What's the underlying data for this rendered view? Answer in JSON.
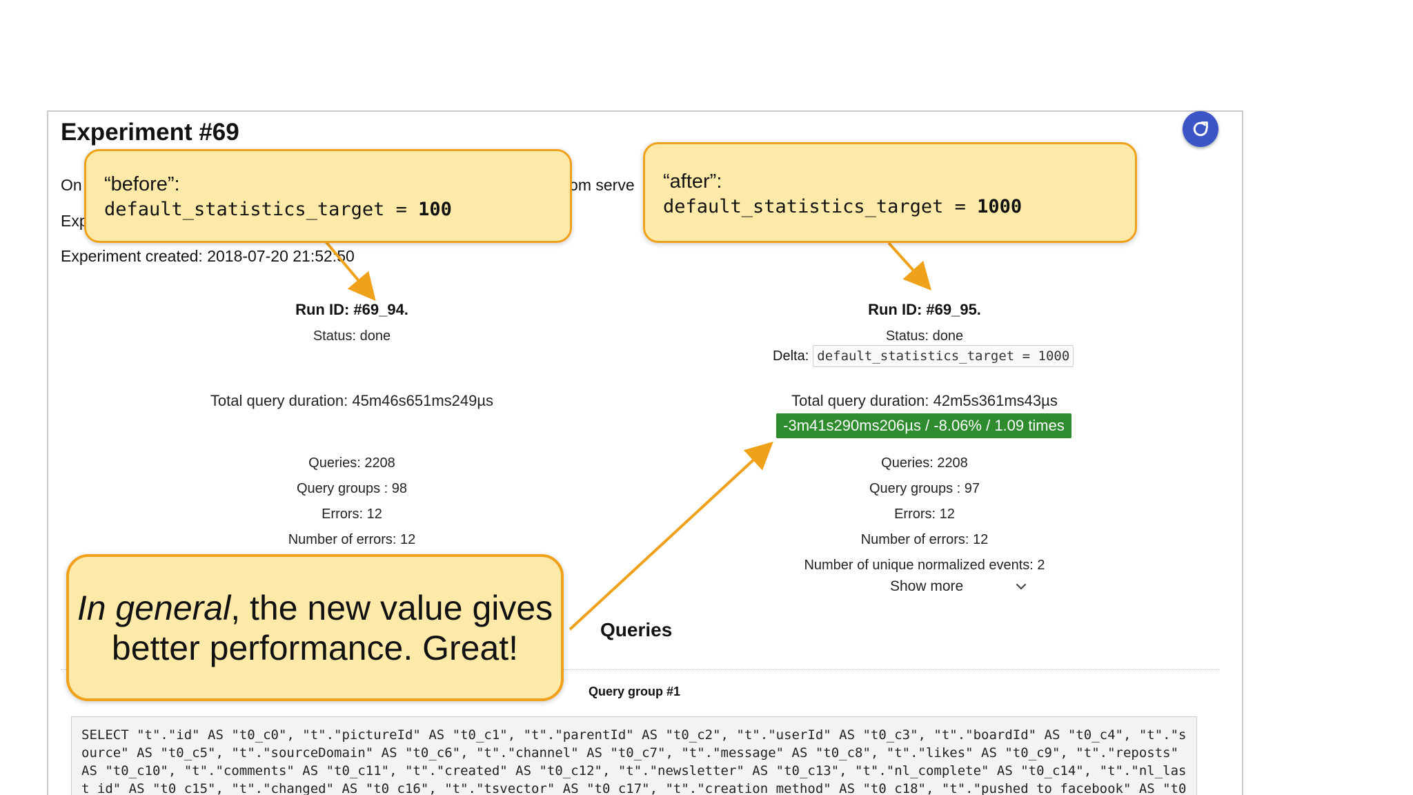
{
  "page": {
    "title": "Experiment #69",
    "fragment_on": "On",
    "fragment_exp": "Exp",
    "fragment_from_server": "from serve",
    "created": "Experiment created: 2018-07-20 21:52:50"
  },
  "runs": [
    {
      "run_id": "Run ID: #69_94.",
      "status": "Status: done",
      "total_duration": "Total query duration: 45m46s651ms249µs",
      "queries": "Queries: 2208",
      "query_groups": "Query groups : 98",
      "errors": "Errors: 12",
      "num_errors": "Number of errors: 12"
    },
    {
      "run_id": "Run ID: #69_95.",
      "status": "Status: done",
      "delta_label": "Delta:",
      "delta_value": "default_statistics_target = 1000",
      "total_duration": "Total query duration: 42m5s361ms43µs",
      "diff_badge": "-3m41s290ms206µs / -8.06% / 1.09 times",
      "queries": "Queries: 2208",
      "query_groups": "Query groups : 97",
      "errors": "Errors: 12",
      "num_errors": "Number of errors: 12",
      "unique_events": "Number of unique normalized events: 2",
      "show_more": "Show more"
    }
  ],
  "queries_section": {
    "heading": "Queries",
    "group_label": "Query group #1",
    "sql": "SELECT \"t\".\"id\" AS \"t0_c0\", \"t\".\"pictureId\" AS \"t0_c1\", \"t\".\"parentId\" AS \"t0_c2\", \"t\".\"userId\" AS \"t0_c3\", \"t\".\"boardId\" AS \"t0_c4\", \"t\".\"source\" AS \"t0_c5\", \"t\".\"sourceDomain\" AS \"t0_c6\", \"t\".\"channel\" AS \"t0_c7\", \"t\".\"message\" AS \"t0_c8\", \"t\".\"likes\" AS \"t0_c9\", \"t\".\"reposts\" AS \"t0_c10\", \"t\".\"comments\" AS \"t0_c11\", \"t\".\"created\" AS \"t0_c12\", \"t\".\"newsletter\" AS \"t0_c13\", \"t\".\"nl_complete\" AS \"t0_c14\", \"t\".\"nl_last_id\" AS \"t0_c15\", \"t\".\"changed\" AS \"t0_c16\", \"t\".\"tsvector\" AS \"t0_c17\", \"t\".\"creation_method\" AS \"t0_c18\", \"t\".\"pushed_to_facebook\" AS \"t0"
  },
  "callouts": {
    "before_label": "“before”:",
    "before_code": "default_statistics_target = ",
    "before_value": "100",
    "after_label": "“after”:",
    "after_code": "default_statistics_target = ",
    "after_value": "1000",
    "summary_emph": "In general",
    "summary_rest1": ", the new value gives",
    "summary_rest2": "better performance. Great!"
  },
  "colors": {
    "accent_orange": "#f0a11a",
    "callout_fill": "#fde9a8",
    "badge_green": "#2e8b2e",
    "refresh_blue": "#3b55c7"
  },
  "icons": {
    "refresh": "refresh-icon",
    "show_more": "chevron-down-icon"
  }
}
